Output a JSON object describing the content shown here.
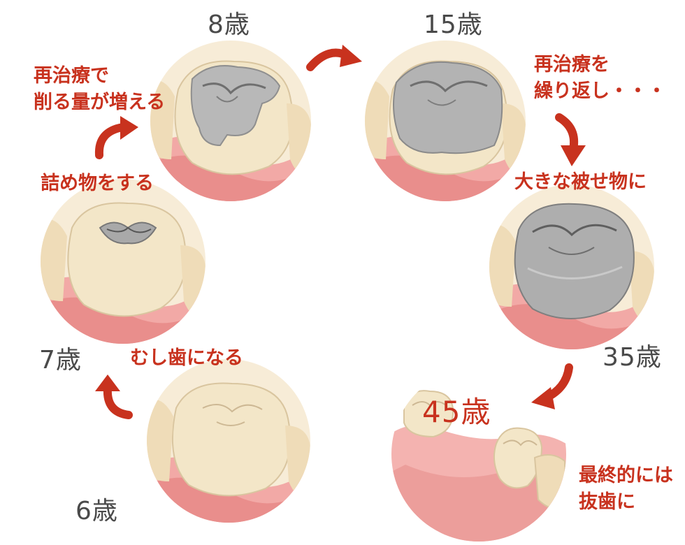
{
  "stages": [
    {
      "id": "age-6",
      "age": "6歳"
    },
    {
      "id": "age-7",
      "age": "7歳"
    },
    {
      "id": "age-8",
      "age": "8歳"
    },
    {
      "id": "age-15",
      "age": "15歳"
    },
    {
      "id": "age-35",
      "age": "35歳"
    },
    {
      "id": "age-45",
      "age": "45歳"
    }
  ],
  "notes": {
    "cavity": "むし歯になる",
    "filling": "詰め物をする",
    "retreat_line1": "再治療で",
    "retreat_line2": "削る量が増える",
    "repeat_line1": "再治療を",
    "repeat_line2": "繰り返し・・・",
    "crown": "大きな被せ物に",
    "final_line1": "最終的には",
    "final_line2": "抜歯に"
  },
  "colors": {
    "accent_red": "#c8321e",
    "age_text": "#4a4a4a",
    "gum": "#f2a9a6",
    "tooth": "#f3e6c8",
    "metal": "#b8b8b8"
  }
}
